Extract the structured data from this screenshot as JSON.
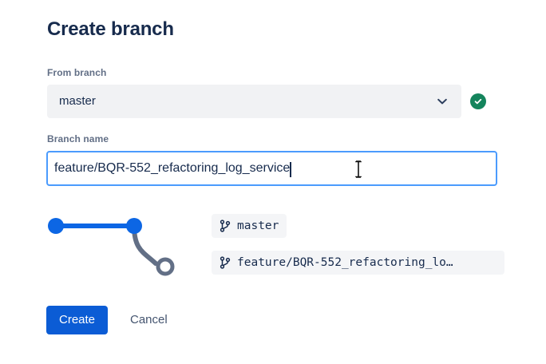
{
  "dialog": {
    "title": "Create branch"
  },
  "from_branch": {
    "label": "From branch",
    "value": "master",
    "chevron_icon": "chevron-down-icon",
    "status_icon": "check-circle-icon",
    "status_color": "#14845C"
  },
  "branch_name": {
    "label": "Branch name",
    "value": "feature/BQR-552_refactoring_log_service",
    "placeholder": "Branch name",
    "focus_border_color": "#4B9BFD"
  },
  "graph": {
    "node_color": "#0C66E4",
    "branch_color": "#626F86",
    "nodes": [
      {
        "name": "commit-node-1",
        "type": "filled"
      },
      {
        "name": "commit-node-2",
        "type": "filled"
      },
      {
        "name": "new-branch-node",
        "type": "hollow"
      }
    ]
  },
  "branch_labels": [
    {
      "icon": "git-branch-icon",
      "text": "master"
    },
    {
      "icon": "git-branch-icon",
      "text": "feature/BQR-552_refactoring_lo…"
    }
  ],
  "footer": {
    "create_label": "Create",
    "cancel_label": "Cancel",
    "create_color": "#0B5CD5"
  },
  "cursor": {
    "type": "i-beam-cursor"
  }
}
